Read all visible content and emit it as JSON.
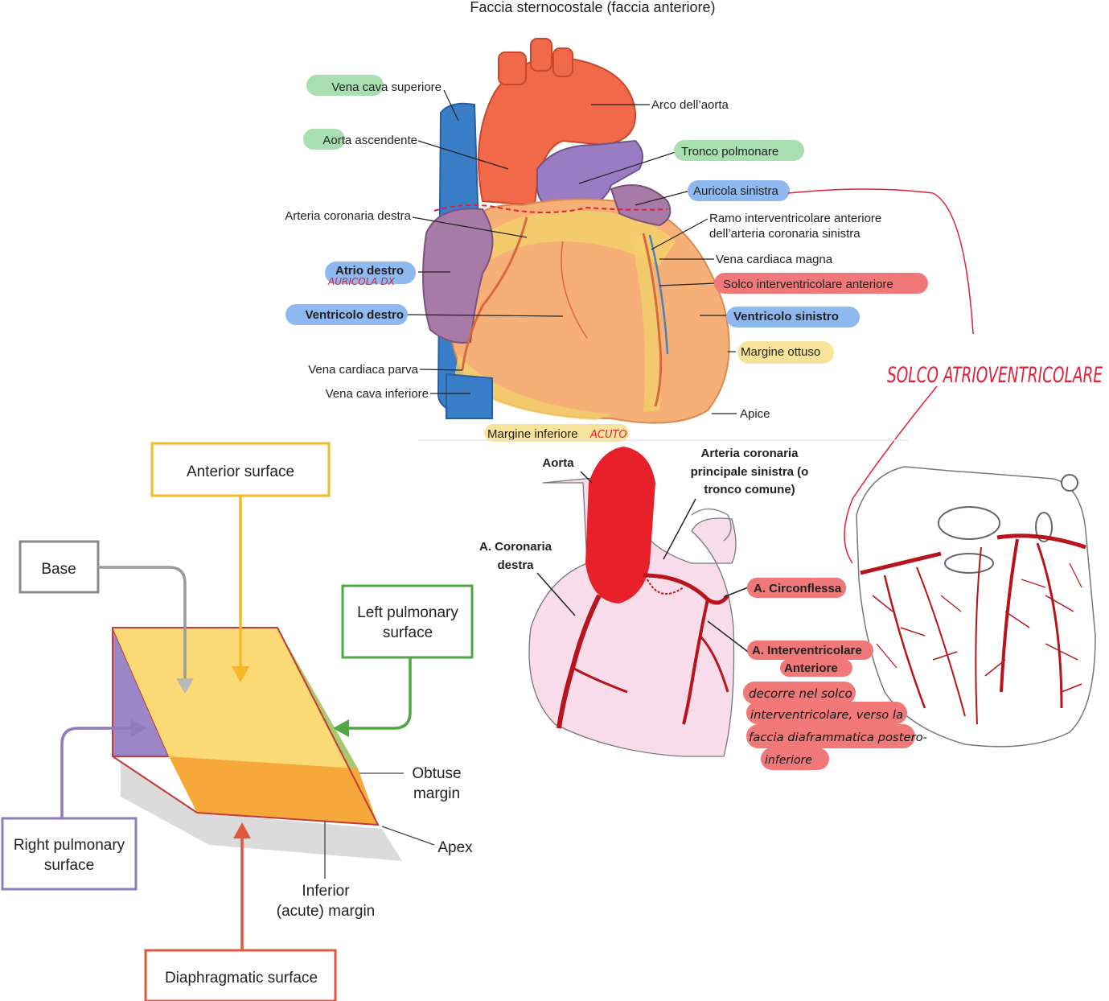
{
  "title": "Faccia sternocostale (faccia anteriore)",
  "colors": {
    "green_highlight": "#a8dfb0",
    "blue_highlight": "#8fb8ef",
    "red_highlight": "#f07878",
    "yellow_highlight": "#f8e39a",
    "ink_red": "#e0203a"
  },
  "anatomy_labels": {
    "vena_cava_sup": "Vena cava superiore",
    "aorta_asc": "Aorta ascendente",
    "arteria_coronaria_destra": "Arteria coronaria destra",
    "atrio_destro": "Atrio destro",
    "atrio_note": "AURICOLA DX",
    "ventricolo_destro": "Ventricolo destro",
    "vena_cardiaca_parva": "Vena cardiaca parva",
    "vena_cava_inf": "Vena cava inferiore",
    "margine_inferiore": "Margine inferiore",
    "acuto_note": "ACUTO",
    "arco_aorta": "Arco dell’aorta",
    "tronco_polmonare": "Tronco polmonare",
    "auricola_sinistra": "Auricola sinistra",
    "ramo_iv_1": "Ramo interventricolare anteriore",
    "ramo_iv_2": "dell’arteria coronaria sinistra",
    "vena_cardiaca_magna": "Vena cardiaca magna",
    "solco_iv_ant": "Solco interventricolare anteriore",
    "ventricolo_sinistro": "Ventricolo sinistro",
    "margine_ottuso": "Margine ottuso",
    "apice": "Apice"
  },
  "solco_note": "SOLCO ATRIOVENTRICOLARE",
  "wedge_labels": {
    "anterior_surface": "Anterior surface",
    "base": "Base",
    "left_pulmonary_1": "Left pulmonary",
    "left_pulmonary_2": "surface",
    "obtuse_1": "Obtuse",
    "obtuse_2": "margin",
    "apex": "Apex",
    "right_pulmonary_1": "Right pulmonary",
    "right_pulmonary_2": "surface",
    "inferior_1": "Inferior",
    "inferior_2": "(acute) margin",
    "diaphragmatic": "Diaphragmatic surface"
  },
  "coronary_labels": {
    "aorta": "Aorta",
    "acs_1": "Arteria coronaria",
    "acs_2": "principale sinistra (o",
    "acs_3": "tronco comune)",
    "acd_1": "A. Coronaria",
    "acd_2": "destra",
    "circonflessa": "A. Circonflessa",
    "iva_1": "A. Interventricolare",
    "iva_2": "Anteriore",
    "note_1": "decorre nel solco",
    "note_2": "interventricolare, verso la",
    "note_3": "faccia diaframmatica postero-",
    "note_4": "inferiore"
  }
}
